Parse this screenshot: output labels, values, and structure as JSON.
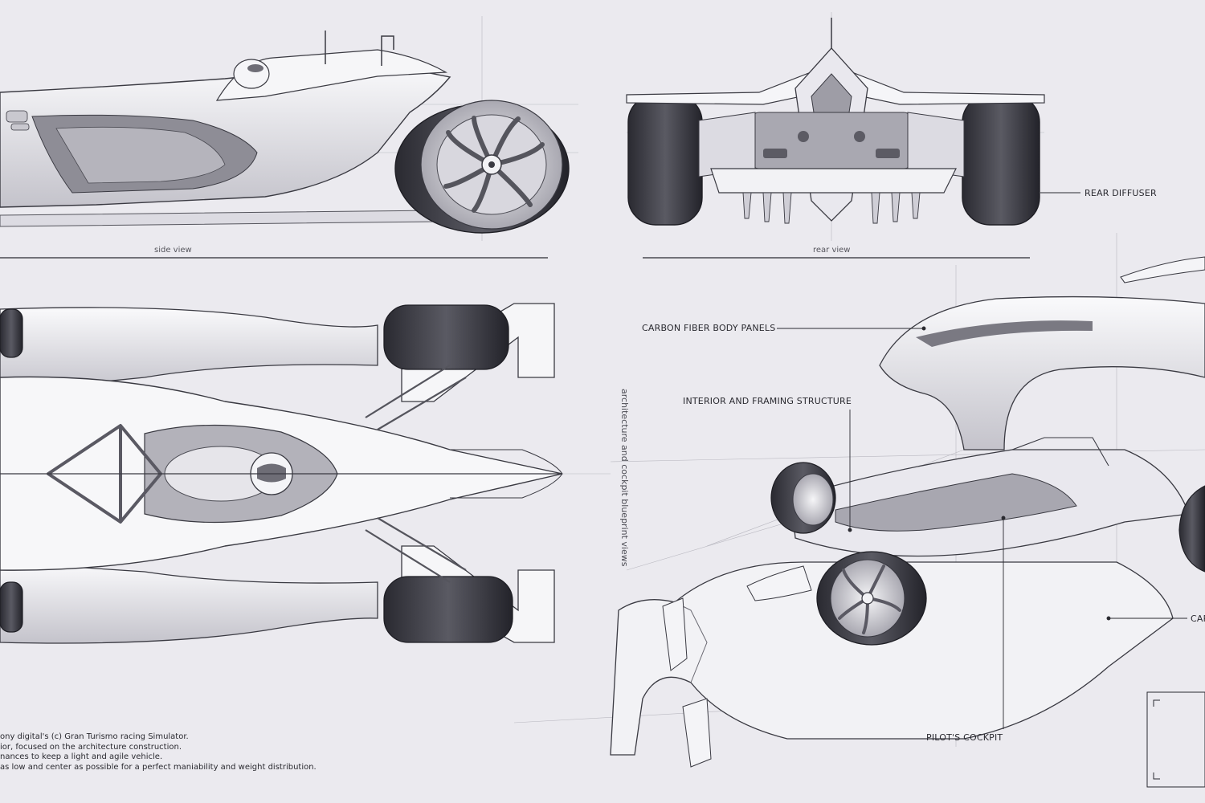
{
  "labels": {
    "rear_diffuser": "REAR DIFFUSER",
    "carbon_fiber_body_panels": "CARBON FIBER BODY PANELS",
    "interior_and_framing_structure": "INTERIOR AND FRAMING STRUCTURE",
    "pilots_cockpit": "PILOT'S COCKPIT",
    "carbon_partial": "CAR"
  },
  "captions": {
    "side_view": "side view",
    "rear_view": "rear view",
    "vertical_note": "architecture and cockpit blueprint views"
  },
  "notes": [
    "ony digital's (c) Gran Turismo racing Simulator.",
    "ior, focused on the architecture construction.",
    "nances to keep a light and agile vehicle.",
    "as low and center as possible for a perfect maniability and weight distribution."
  ],
  "colors": {
    "background": "#ebeaef",
    "ink": "#2a2a30",
    "tire": "#3a3a42",
    "body_light": "#f4f4f7",
    "body_mid": "#c9c8cf",
    "shadow": "#8d8c95"
  }
}
